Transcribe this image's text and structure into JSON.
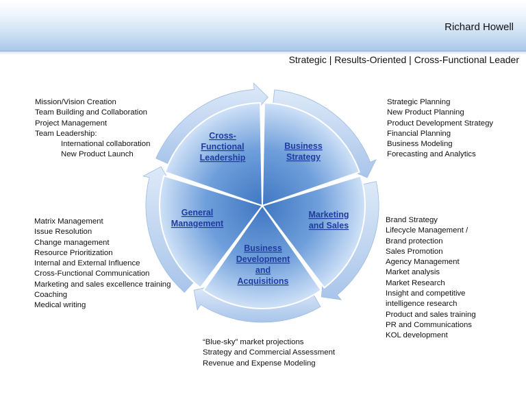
{
  "header": {
    "name": "Richard Howell",
    "tagline": "Strategic | Results-Oriented | Cross-Functional Leader"
  },
  "wheel": {
    "segments": [
      {
        "key": "cross",
        "lines": [
          "Cross-",
          "Functional",
          "Leadership"
        ]
      },
      {
        "key": "strategy",
        "lines": [
          "Business",
          "Strategy"
        ]
      },
      {
        "key": "marketing",
        "lines": [
          "Marketing",
          "and Sales"
        ]
      },
      {
        "key": "bizdev",
        "lines": [
          "Business",
          "Development",
          "and",
          "Acquisitions"
        ]
      },
      {
        "key": "general",
        "lines": [
          "General",
          "Management"
        ]
      }
    ],
    "colors": {
      "segment_light": "#c8dcf5",
      "segment_dark": "#4f86cc",
      "arrow": "#b9d1ee",
      "label": "#1f3c9e"
    }
  },
  "lists": {
    "top_left": [
      {
        "text": "Mission/Vision Creation"
      },
      {
        "text": "Team Building and Collaboration"
      },
      {
        "text": "Project Management"
      },
      {
        "text": "Team Leadership:"
      },
      {
        "text": "International collaboration",
        "sub": true
      },
      {
        "text": "New Product Launch",
        "sub": true
      }
    ],
    "top_right": [
      {
        "text": "Strategic Planning"
      },
      {
        "text": "New Product Planning"
      },
      {
        "text": "Product Development Strategy"
      },
      {
        "text": "Financial Planning"
      },
      {
        "text": "Business Modeling"
      },
      {
        "text": "Forecasting and Analytics"
      }
    ],
    "mid_left": [
      {
        "text": "Matrix Management"
      },
      {
        "text": "Issue Resolution"
      },
      {
        "text": "Change management"
      },
      {
        "text": "Resource Prioritization"
      },
      {
        "text": "Internal and External Influence"
      },
      {
        "text": "Cross-Functional Communication"
      },
      {
        "text": "Marketing and sales excellence training"
      },
      {
        "text": "Coaching"
      },
      {
        "text": "Medical writing"
      }
    ],
    "right": [
      {
        "text": "Brand Strategy"
      },
      {
        "text": "Lifecycle Management / Brand protection",
        "wrap": true
      },
      {
        "text": "Sales Promotion"
      },
      {
        "text": "Agency Management"
      },
      {
        "text": "Market analysis"
      },
      {
        "text": "Market Research"
      },
      {
        "text": "Insight and competitive intelligence research",
        "wrap": true
      },
      {
        "text": "Product and sales training"
      },
      {
        "text": "PR and Communications"
      },
      {
        "text": "KOL development"
      }
    ],
    "bottom": [
      {
        "text": "“Blue-sky” market projections"
      },
      {
        "text": "Strategy and Commercial Assessment"
      },
      {
        "text": "Revenue and Expense Modeling"
      }
    ]
  }
}
